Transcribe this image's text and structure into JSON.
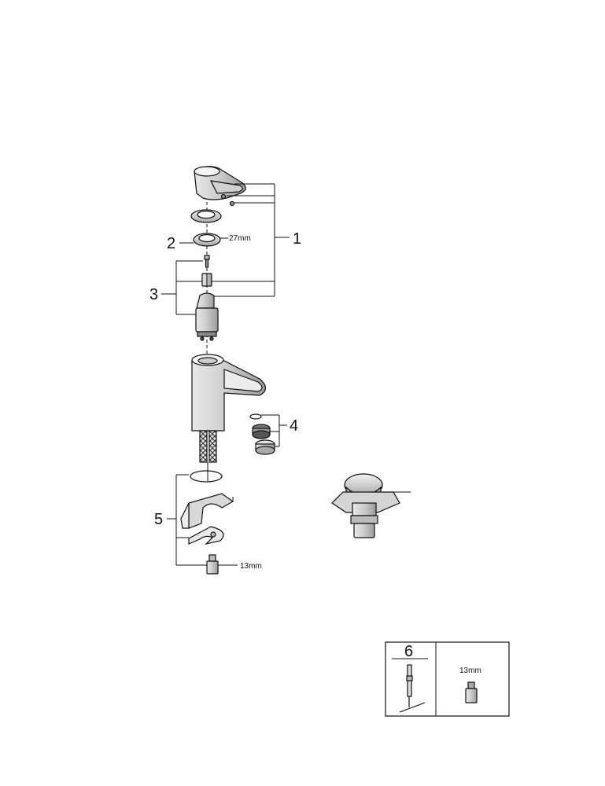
{
  "callouts": {
    "c1": "1",
    "c2": "2",
    "c3": "3",
    "c4": "4",
    "c5": "5",
    "c6": "6"
  },
  "dimensions": {
    "ring_size": "27mm",
    "nut_size": "13mm",
    "tool_size": "13mm"
  }
}
